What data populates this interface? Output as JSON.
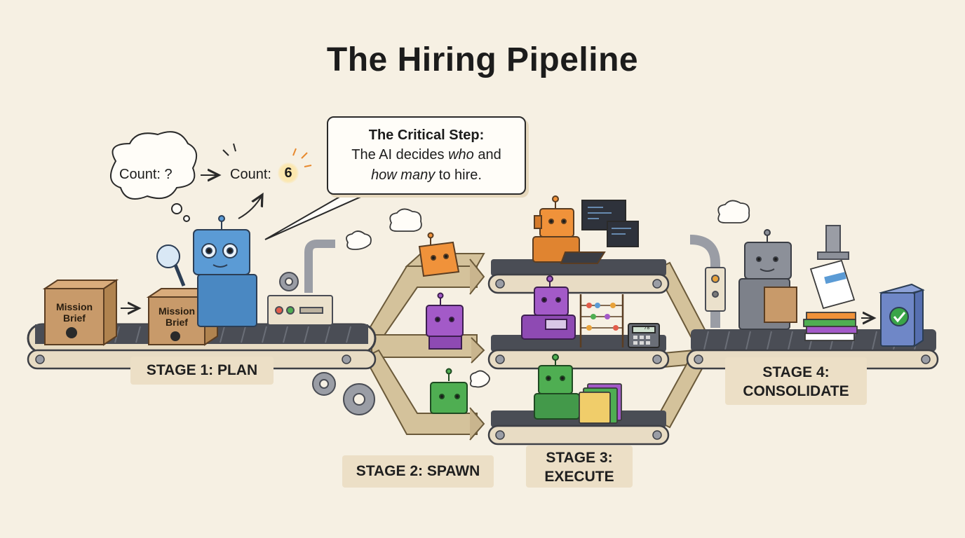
{
  "title": "The Hiring Pipeline",
  "callout": {
    "heading": "The Critical Step:",
    "line1_pre": "The AI decides ",
    "line1_em": "who",
    "line1_post": " and",
    "line2_em": "how many",
    "line2_post": " to hire."
  },
  "thought": {
    "before": "Count: ?",
    "arrow": "→",
    "after_prefix": "Count:",
    "after_value": "6"
  },
  "boxes": [
    {
      "line1": "Mission",
      "line2": "Brief"
    },
    {
      "line1": "Mission",
      "line2": "Brief"
    }
  ],
  "stages": [
    {
      "line1": "STAGE 1: PLAN",
      "line2": ""
    },
    {
      "line1": "STAGE 2: SPAWN",
      "line2": ""
    },
    {
      "line1": "STAGE 3:",
      "line2": "EXECUTE"
    },
    {
      "line1": "STAGE 4:",
      "line2": "CONSOLIDATE"
    }
  ],
  "screen_text": "78",
  "colors": {
    "background": "#f6f0e3",
    "label_bg": "#ecdfc6",
    "belt": "#4a4d55",
    "box": "#c89a6a",
    "robot_blue": "#5b9bd5",
    "robot_orange": "#f0923a",
    "robot_purple": "#a35ac8",
    "robot_green": "#4fae52",
    "robot_gray": "#8c9099",
    "chute": "#c9b58e",
    "check_green": "#3aa548",
    "binder": "#6f87c7"
  }
}
